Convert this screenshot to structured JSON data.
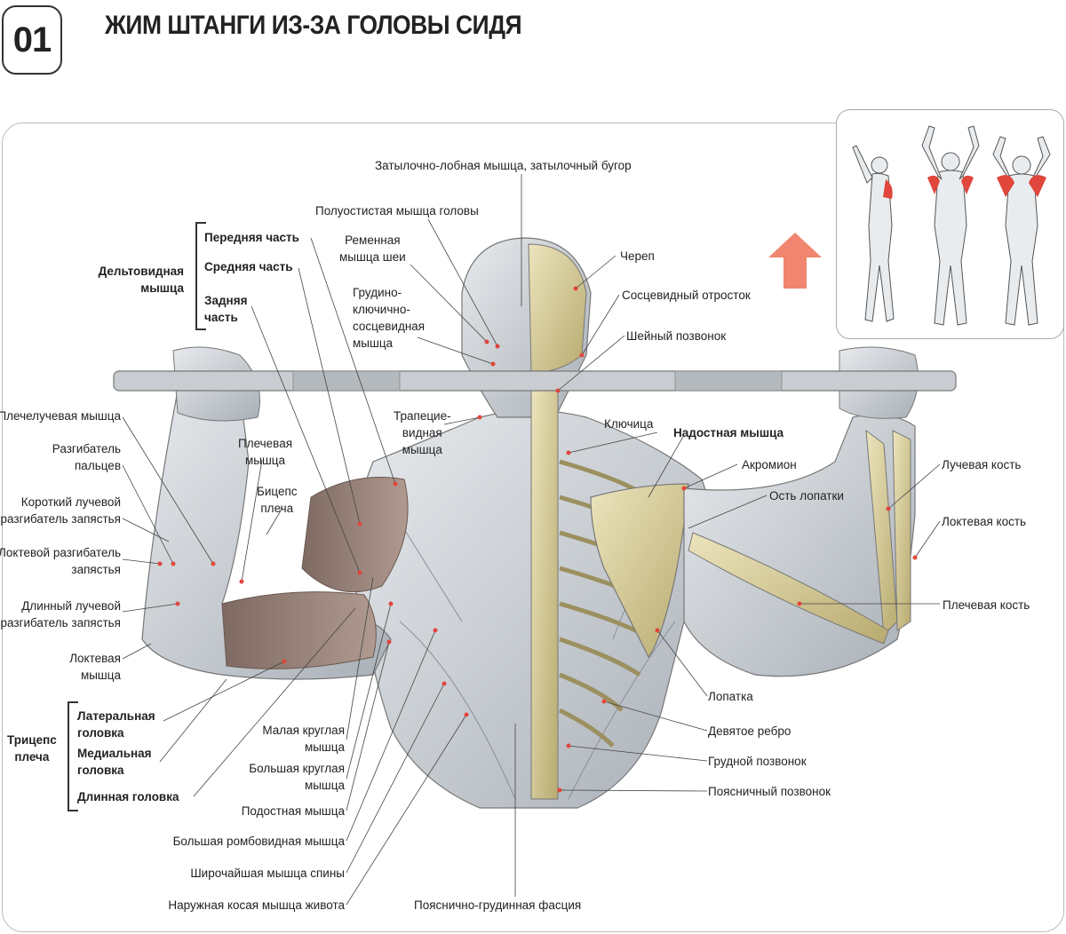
{
  "header": {
    "number": "01",
    "title": "ЖИМ ШТАНГИ ИЗ-ЗА ГОЛОВЫ СИДЯ"
  },
  "colors": {
    "muscle": "#c9ced3",
    "bone": "#d9d0a0",
    "highlight": "#e0463c",
    "arrow": "#f08670"
  },
  "labels": {
    "occipitofrontalis": "Затылочно-лобная мышца, затылочный бугор",
    "semispinalis": "Полуостистая мышца головы",
    "splenius": "Ременная\nмышца шеи",
    "scm": "Грудино-\nключично-\nсосцевидная\nмышца",
    "skull": "Череп",
    "mastoid": "Сосцевидный отросток",
    "cervical": "Шейный позвонок",
    "trapezius": "Трапецие-\nвидная\nмышца",
    "clavicle": "Ключица",
    "supraspinatus": "Надостная мышца",
    "acromion": "Акромион",
    "scapula_spine": "Ость лопатки",
    "radius": "Лучевая кость",
    "ulna": "Локтевая кость",
    "humerus": "Плечевая кость",
    "scapula": "Лопатка",
    "ninth_rib": "Девятое ребро",
    "thoracic": "Грудной позвонок",
    "lumbar": "Поясничный позвонок",
    "thoracolumbar": "Пояснично-грудинная фасция",
    "ext_oblique": "Наружная косая мышца живота",
    "latissimus": "Широчайшая мышца спины",
    "rhomboid": "Большая ромбовидная мышца",
    "infraspinatus": "Подостная мышца",
    "teres_major": "Большая круглая\nмышца",
    "teres_minor": "Малая круглая\nмышца",
    "brachioradialis": "Плечелучевая мышца",
    "ext_digitorum": "Разгибатель\nпальцев",
    "ecrb": "Короткий лучевой\nразгибатель запястья",
    "ecu": "Локтевой разгибатель\nзапястья",
    "ecrl": "Длинный лучевой\nразгибатель запястья",
    "anconeus": "Локтевая\nмышца",
    "brachialis": "Плечевая\nмышца",
    "biceps": "Бицепс\nплеча",
    "deltoid_group": "Дельтовидная\nмышца",
    "deltoid_front": "Передняя часть",
    "deltoid_mid": "Средняя часть",
    "deltoid_rear": "Задняя\nчасть",
    "triceps_group": "Трицепс\nплеча",
    "triceps_lat": "Латеральная\nголовка",
    "triceps_med": "Медиальная\nголовка",
    "triceps_long": "Длинная головка"
  }
}
